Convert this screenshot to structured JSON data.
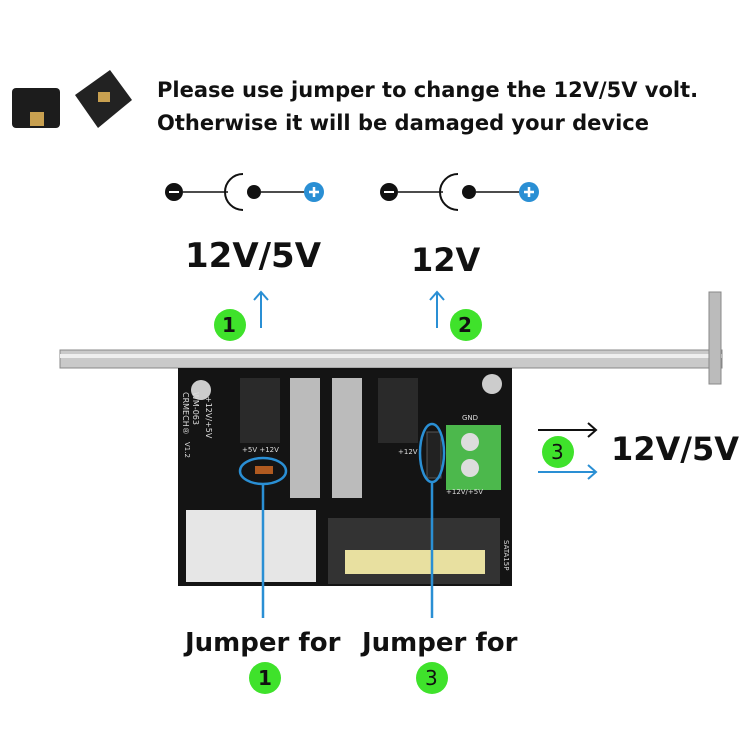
{
  "notice": {
    "line1": "Please use jumper to change the 12V/5V volt.",
    "line2": "Otherwise it will be damaged your device"
  },
  "polarity": {
    "minus": "-",
    "plus": "+"
  },
  "ports": [
    {
      "number": "1",
      "voltage": "12V/5V"
    },
    {
      "number": "2",
      "voltage": "12V"
    },
    {
      "number": "3",
      "voltage": "12V/5V"
    }
  ],
  "pcb_labels": {
    "model": "WM-063",
    "brand": "CRMECH®",
    "version": "V1.2",
    "port1_label": "+12V/+5V",
    "jumper1_labels": "+5V +12V",
    "port2_label": "+12V",
    "gnd": "GND",
    "terminal": "+12V/+5V",
    "sata": "SATA15P"
  },
  "callouts": [
    {
      "label": "Jumper for",
      "number": "1"
    },
    {
      "label": "Jumper for",
      "number": "3"
    }
  ],
  "colors": {
    "badge": "#3fe22b",
    "line": "#2a8fd4",
    "pcb": "#141414",
    "plus": "#2a8fd4"
  }
}
